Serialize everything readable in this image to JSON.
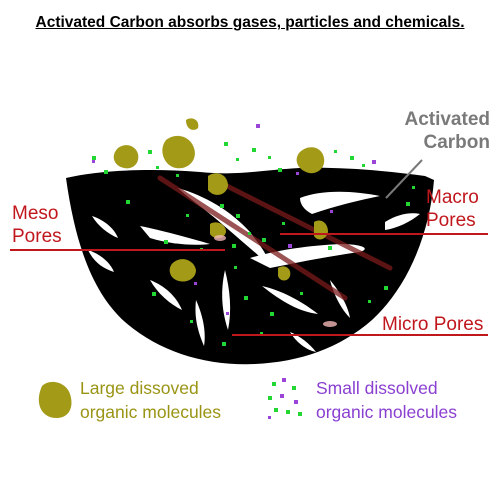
{
  "title": "Activated Carbon absorbs gases, particles and chemicals.",
  "labels": {
    "activated_carbon_line1": "Activated",
    "activated_carbon_line2": "Carbon",
    "meso_line1": "Meso",
    "meso_line2": "Pores",
    "macro_line1": "Macro",
    "macro_line2": "Pores",
    "micro": "Micro Pores"
  },
  "legend": {
    "large_line1": "Large dissoved",
    "large_line2": "organic molecules",
    "small_line1": "Small dissolved",
    "small_line2": "organic molecules"
  },
  "colors": {
    "carbon": "#000000",
    "large_molecule": "#a39a18",
    "small_molecule_green": "#22d633",
    "small_molecule_purple": "#9b45d8",
    "label_red": "#c0171d",
    "label_gray": "#7a7a7a",
    "legend_olive": "#9a9414",
    "legend_purple": "#8a3fd0"
  }
}
